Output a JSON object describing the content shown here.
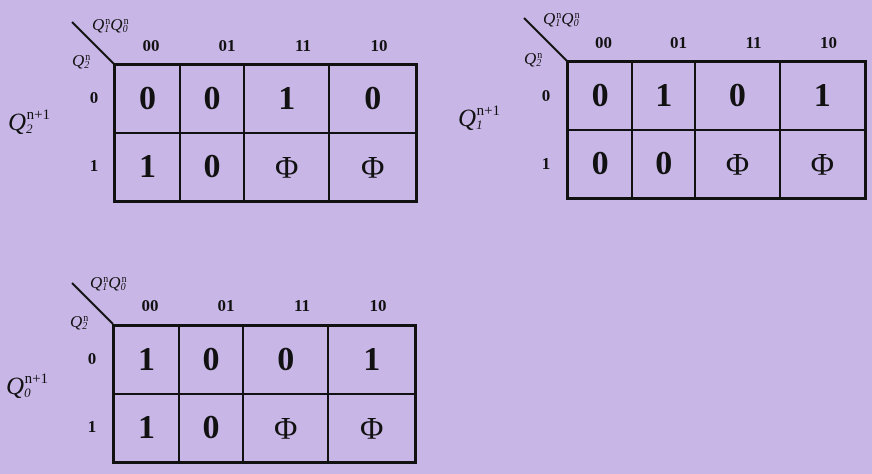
{
  "maps": [
    {
      "output": {
        "base": "Q",
        "sub": "2",
        "sup": "n+1"
      },
      "col_var": {
        "a": {
          "base": "Q",
          "sub": "1",
          "sup": "n"
        },
        "b": {
          "base": "Q",
          "sub": "0",
          "sup": "n"
        }
      },
      "row_var": {
        "base": "Q",
        "sub": "2",
        "sup": "n"
      },
      "col_headers": [
        "00",
        "01",
        "11",
        "10"
      ],
      "row_headers": [
        "0",
        "1"
      ],
      "cells": [
        [
          "0",
          "0",
          "1",
          "0"
        ],
        [
          "1",
          "0",
          "Φ",
          "Φ"
        ]
      ]
    },
    {
      "output": {
        "base": "Q",
        "sub": "1",
        "sup": "n+1"
      },
      "col_var": {
        "a": {
          "base": "Q",
          "sub": "1",
          "sup": "n"
        },
        "b": {
          "base": "Q",
          "sub": "0",
          "sup": "n"
        }
      },
      "row_var": {
        "base": "Q",
        "sub": "2",
        "sup": "n"
      },
      "col_headers": [
        "00",
        "01",
        "11",
        "10"
      ],
      "row_headers": [
        "0",
        "1"
      ],
      "cells": [
        [
          "0",
          "1",
          "0",
          "1"
        ],
        [
          "0",
          "0",
          "Φ",
          "Φ"
        ]
      ]
    },
    {
      "output": {
        "base": "Q",
        "sub": "0",
        "sup": "n+1"
      },
      "col_var": {
        "a": {
          "base": "Q",
          "sub": "1",
          "sup": "n"
        },
        "b": {
          "base": "Q",
          "sub": "0",
          "sup": "n"
        }
      },
      "row_var": {
        "base": "Q",
        "sub": "2",
        "sup": "n"
      },
      "col_headers": [
        "00",
        "01",
        "11",
        "10"
      ],
      "row_headers": [
        "0",
        "1"
      ],
      "cells": [
        [
          "1",
          "0",
          "0",
          "1"
        ],
        [
          "1",
          "0",
          "Φ",
          "Φ"
        ]
      ]
    }
  ]
}
